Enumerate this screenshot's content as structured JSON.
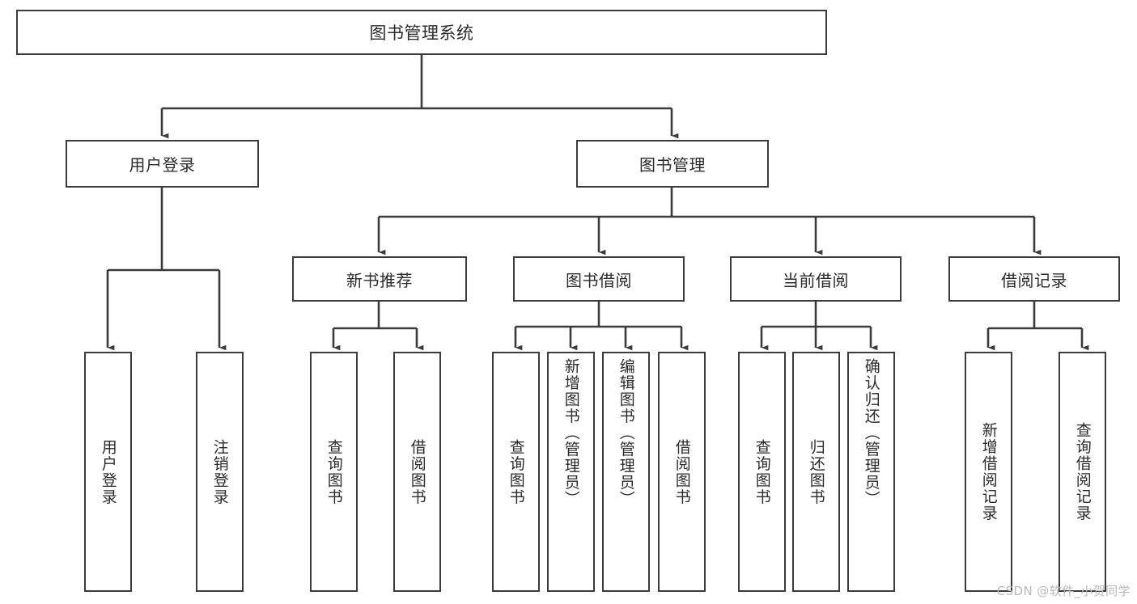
{
  "diagram": {
    "title": "图书管理系统",
    "type": "tree",
    "watermark": "CSDN @软件_小贺同学",
    "colors": {
      "border": "#3b3b3b",
      "connector": "#3b3b3b",
      "text": "#2b2b2b",
      "background": "#ffffff",
      "watermark": "#b9b9b9"
    },
    "root": {
      "label": "图书管理系统"
    },
    "level1": [
      {
        "label": "用户登录"
      },
      {
        "label": "图书管理"
      }
    ],
    "level2": [
      {
        "label": "新书推荐"
      },
      {
        "label": "图书借阅"
      },
      {
        "label": "当前借阅"
      },
      {
        "label": "借阅记录"
      }
    ],
    "leaves": {
      "user_login": [
        {
          "label": "用户登录"
        },
        {
          "label": "注销登录"
        }
      ],
      "new_book_recommend": [
        {
          "label": "查询图书"
        },
        {
          "label": "借阅图书"
        }
      ],
      "book_borrow": [
        {
          "label": "查询图书"
        },
        {
          "label": "新增图书（管理员）"
        },
        {
          "label": "编辑图书（管理员）"
        },
        {
          "label": "借阅图书"
        }
      ],
      "current_borrow": [
        {
          "label": "查询图书"
        },
        {
          "label": "归还图书"
        },
        {
          "label": "确认归还（管理员）"
        }
      ],
      "borrow_record": [
        {
          "label": "新增借阅记录"
        },
        {
          "label": "查询借阅记录"
        }
      ]
    }
  }
}
